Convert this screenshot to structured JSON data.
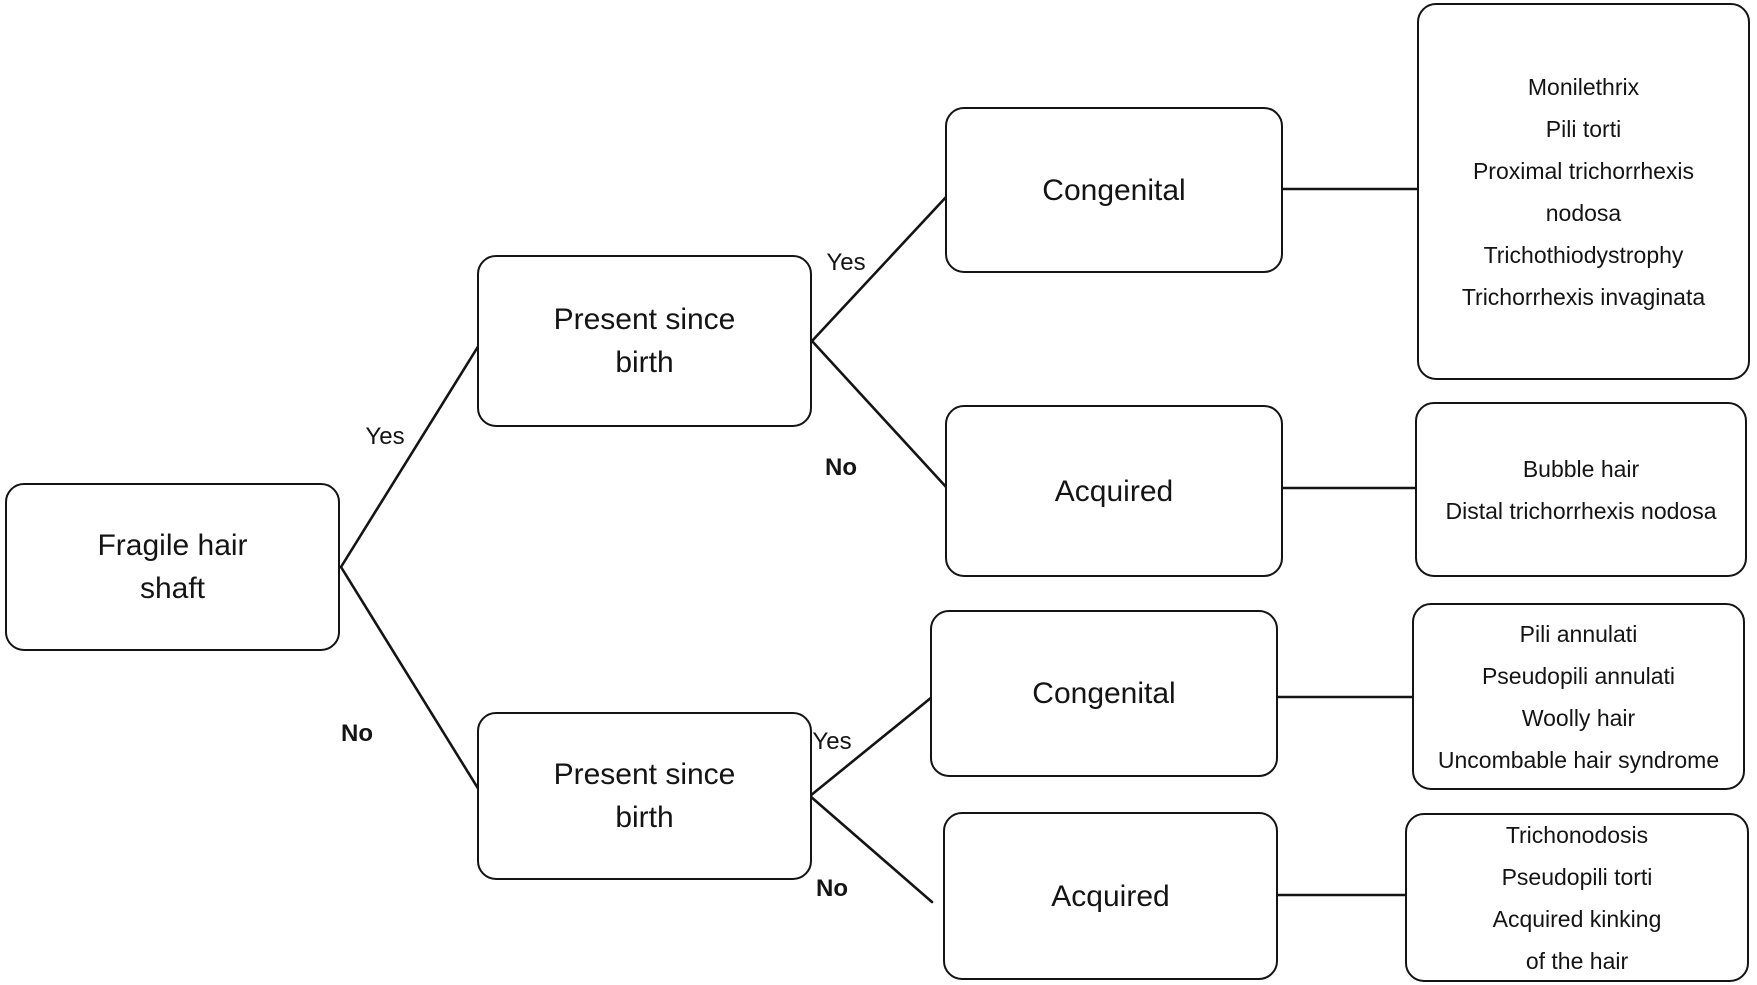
{
  "diagram": {
    "title": "Fragile hair shaft decision tree",
    "colors": {
      "line": "#141414",
      "text": "#141414",
      "background": "#ffffff"
    },
    "root": {
      "label": "Fragile hair\nshaft"
    },
    "decisions": {
      "top": {
        "label": "Present since\nbirth"
      },
      "bottom": {
        "label": "Present since\nbirth"
      }
    },
    "categories": {
      "top_congenital": {
        "label": "Congenital"
      },
      "top_acquired": {
        "label": "Acquired"
      },
      "bottom_congenital": {
        "label": "Congenital"
      },
      "bottom_acquired": {
        "label": "Acquired"
      }
    },
    "edge_labels": {
      "root_yes": "Yes",
      "root_no": "No",
      "top_yes": "Yes",
      "top_no": "No",
      "bottom_yes": "Yes",
      "bottom_no": "No"
    },
    "outcomes": {
      "top_congenital": {
        "items": [
          "Monilethrix",
          "Pili torti",
          "Proximal trichorrhexis\nnodosa",
          "Trichothiodystrophy",
          "Trichorrhexis invaginata"
        ]
      },
      "top_acquired": {
        "items": [
          "Bubble hair",
          "Distal trichorrhexis nodosa"
        ]
      },
      "bottom_congenital": {
        "items": [
          "Pili annulati",
          "Pseudopili annulati",
          "Woolly hair",
          "Uncombable hair syndrome"
        ]
      },
      "bottom_acquired": {
        "items": [
          "Trichonodosis",
          "Pseudopili torti",
          "Acquired kinking\nof the hair"
        ]
      }
    }
  }
}
